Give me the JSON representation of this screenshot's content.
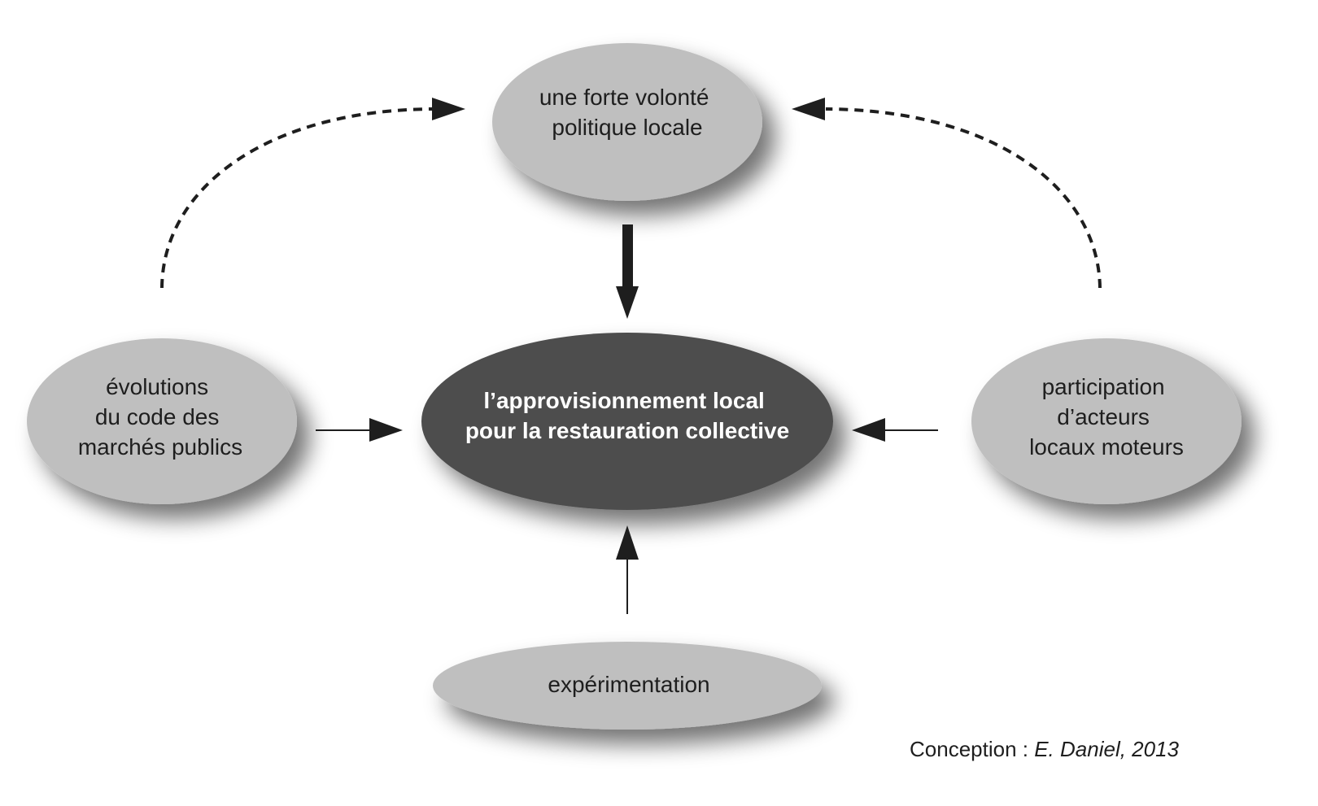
{
  "diagram": {
    "nodes": {
      "top": {
        "lines": [
          "une forte volonté",
          "politique locale"
        ]
      },
      "center": {
        "lines": [
          "l’approvisionnement local",
          "pour la restauration collective"
        ]
      },
      "left": {
        "lines": [
          "évolutions",
          "du code des",
          "marchés publics"
        ]
      },
      "right": {
        "lines": [
          "participation",
          "d’acteurs",
          "locaux moteurs"
        ]
      },
      "bottom": {
        "lines": [
          "expérimentation"
        ]
      }
    },
    "edges": [
      {
        "from": "top",
        "to": "center",
        "style": "thick-solid"
      },
      {
        "from": "left",
        "to": "center",
        "style": "thin-solid"
      },
      {
        "from": "right",
        "to": "center",
        "style": "thin-solid"
      },
      {
        "from": "bottom",
        "to": "center",
        "style": "thin-solid"
      },
      {
        "from": "left",
        "to": "top",
        "style": "dashed-curve"
      },
      {
        "from": "right",
        "to": "top",
        "style": "dashed-curve"
      }
    ],
    "colors": {
      "peripheral_fill": "#bfbfbf",
      "central_fill": "#4d4d4d",
      "arrow": "#1e1e1e",
      "text_dark": "#1e1e1e",
      "text_light": "#ffffff"
    }
  },
  "caption": {
    "label": "Conception : ",
    "author": "E. Daniel, 2013"
  }
}
